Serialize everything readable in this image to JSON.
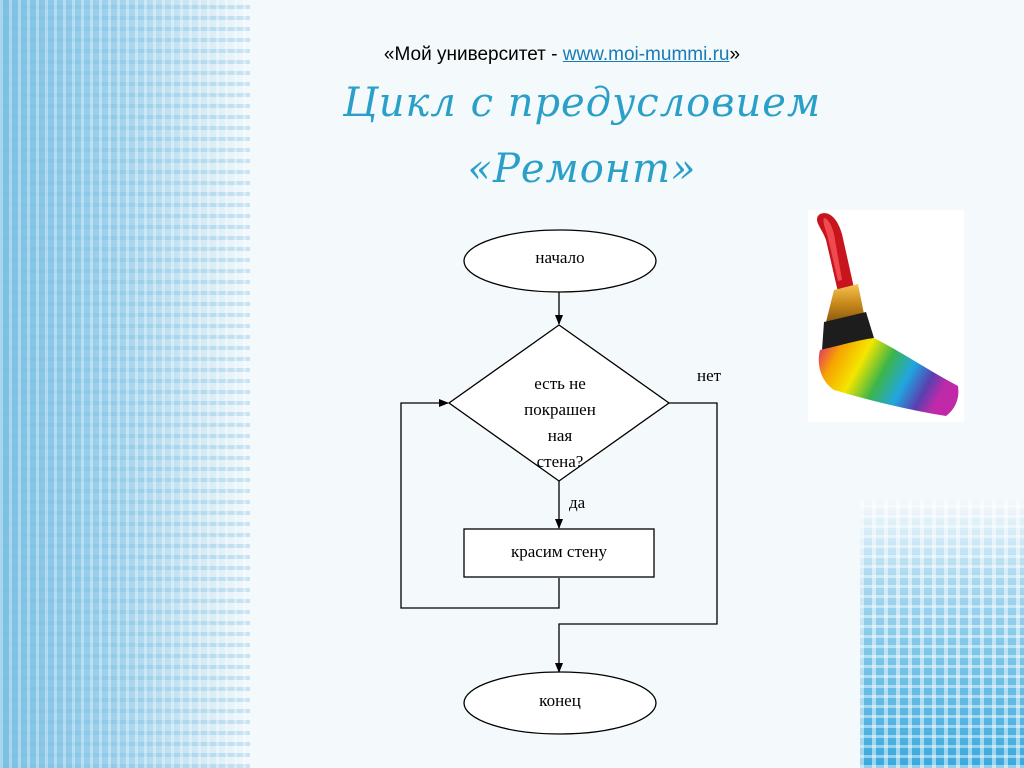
{
  "header": {
    "prefix": "«Мой университет - ",
    "link": "www.moi-mummi.ru",
    "suffix": "»"
  },
  "title": {
    "line1": "Цикл с предусловием",
    "line2": "«Ремонт»"
  },
  "flowchart": {
    "start": "начало",
    "condition_lines": [
      "есть не",
      "покрашен",
      "ная",
      "стена?"
    ],
    "yes_label": "да",
    "no_label": "нет",
    "action": "красим стену",
    "end": "конец"
  },
  "colors": {
    "title": "#2aa0c8",
    "link": "#1a7ab5"
  },
  "image": {
    "subject": "paint-brush"
  }
}
